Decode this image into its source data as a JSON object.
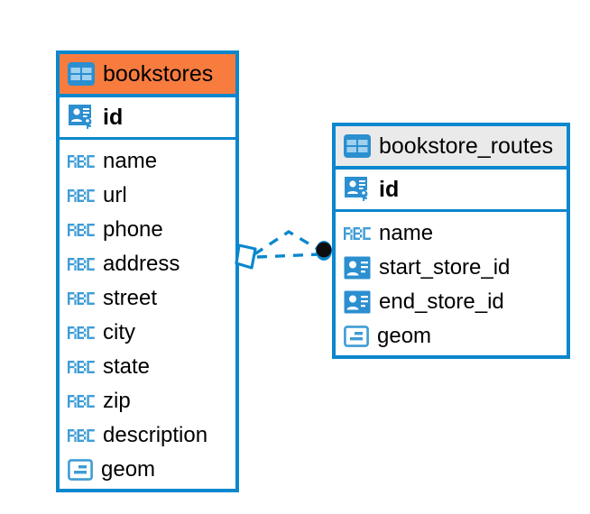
{
  "diagram": {
    "kind": "entity-relationship-diagram",
    "background": "#ffffff",
    "accent_color": "#0a87cd",
    "highlight_color": "#f97c3f",
    "neutral_header_color": "#eaeaea",
    "entities": [
      {
        "name": "bookstores",
        "header_style": "accent",
        "header_icon": "table-icon",
        "primary_key": {
          "label": "id",
          "icon": "primary-key-icon"
        },
        "fields": [
          {
            "label": "name",
            "icon": "text-type-icon"
          },
          {
            "label": "url",
            "icon": "text-type-icon"
          },
          {
            "label": "phone",
            "icon": "text-type-icon"
          },
          {
            "label": "address",
            "icon": "text-type-icon"
          },
          {
            "label": "street",
            "icon": "text-type-icon"
          },
          {
            "label": "city",
            "icon": "text-type-icon"
          },
          {
            "label": "state",
            "icon": "text-type-icon"
          },
          {
            "label": "zip",
            "icon": "text-type-icon"
          },
          {
            "label": "description",
            "icon": "text-type-icon"
          },
          {
            "label": "geom",
            "icon": "geometry-type-icon"
          }
        ]
      },
      {
        "name": "bookstore_routes",
        "header_style": "neutral",
        "header_icon": "table-icon",
        "primary_key": {
          "label": "id",
          "icon": "primary-key-icon"
        },
        "fields": [
          {
            "label": "name",
            "icon": "text-type-icon"
          },
          {
            "label": "start_store_id",
            "icon": "foreign-key-icon"
          },
          {
            "label": "end_store_id",
            "icon": "foreign-key-icon"
          },
          {
            "label": "geom",
            "icon": "geometry-type-icon"
          }
        ]
      }
    ],
    "relationship": {
      "from_entity": "bookstores",
      "to_entity": "bookstore_routes",
      "line_style": "dashed",
      "line_color": "#0a87cd",
      "source_marker": "diamond-outline",
      "target_marker": "filled-circle",
      "target_marker_color": "#0d0d0d"
    }
  }
}
